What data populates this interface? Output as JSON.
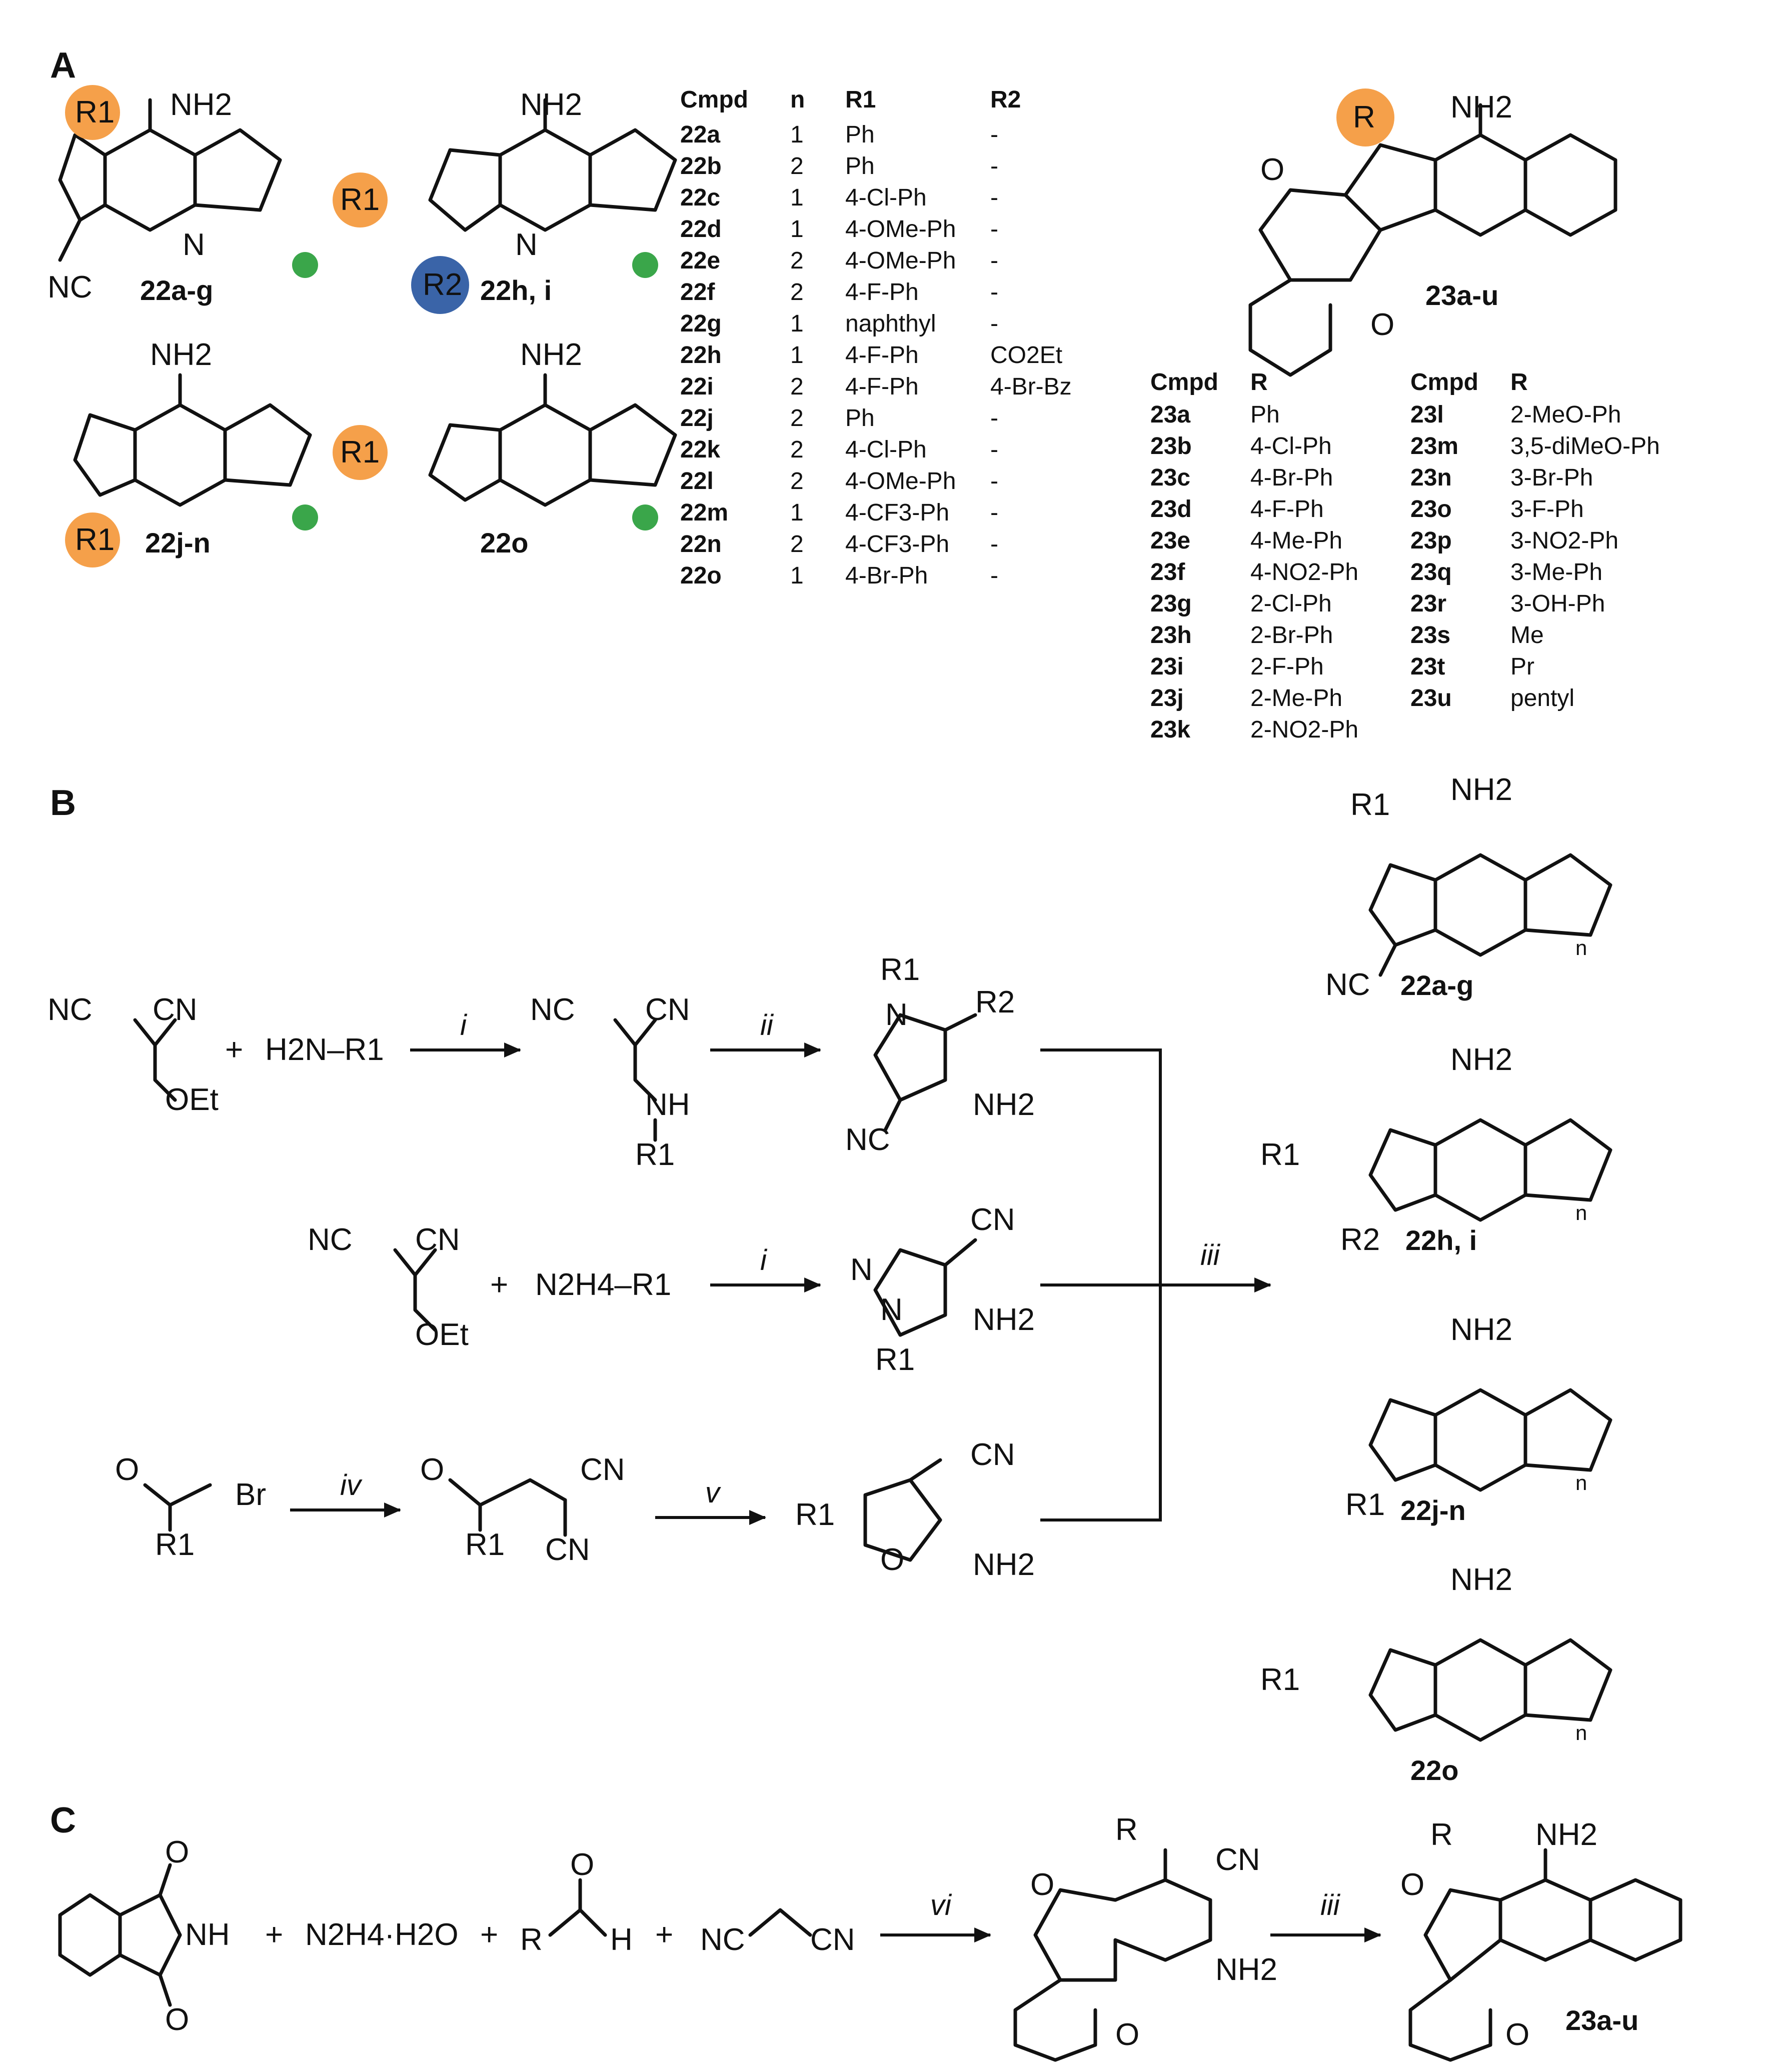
{
  "panels": {
    "a": "A",
    "b": "B",
    "c": "C"
  },
  "atoms": {
    "nh2": "NH2",
    "n": "N",
    "o": "O",
    "nc": "NC",
    "cn": "CN",
    "nh": "NH",
    "br": "Br",
    "oet": "OEt",
    "r": "R",
    "r1": "R1",
    "r2": "R2",
    "h": "H",
    "n_sub": "n",
    "r1_sub_label": "R",
    "r1_sub": "1",
    "r2_sub": "2"
  },
  "compounds": {
    "c22ag": "22a-g",
    "c22hi": "22h, i",
    "c22jn": "22j-n",
    "c22o": "22o",
    "c23au": "23a-u"
  },
  "reagents": {
    "h2n_r1": "H2N–R1",
    "n2h4_r1": "N2H4–R1",
    "n2h4_h2o": "N2H4·H2O",
    "plus": "+",
    "step_i": "i",
    "step_ii": "ii",
    "step_iii": "iii",
    "step_iv": "iv",
    "step_v": "v",
    "step_vi": "vi"
  },
  "table22": {
    "headers": [
      "Cmpd",
      "n",
      "R1",
      "R2"
    ],
    "rows": [
      [
        "22a",
        "1",
        "Ph",
        "-"
      ],
      [
        "22b",
        "2",
        "Ph",
        "-"
      ],
      [
        "22c",
        "1",
        "4-Cl-Ph",
        "-"
      ],
      [
        "22d",
        "1",
        "4-OMe-Ph",
        "-"
      ],
      [
        "22e",
        "2",
        "4-OMe-Ph",
        "-"
      ],
      [
        "22f",
        "2",
        "4-F-Ph",
        "-"
      ],
      [
        "22g",
        "1",
        "naphthyl",
        "-"
      ],
      [
        "22h",
        "1",
        "4-F-Ph",
        "CO2Et"
      ],
      [
        "22i",
        "2",
        "4-F-Ph",
        "4-Br-Bz"
      ],
      [
        "22j",
        "2",
        "Ph",
        "-"
      ],
      [
        "22k",
        "2",
        "4-Cl-Ph",
        "-"
      ],
      [
        "22l",
        "2",
        "4-OMe-Ph",
        "-"
      ],
      [
        "22m",
        "1",
        "4-CF3-Ph",
        "-"
      ],
      [
        "22n",
        "2",
        "4-CF3-Ph",
        "-"
      ],
      [
        "22o",
        "1",
        "4-Br-Ph",
        "-"
      ]
    ]
  },
  "table23": {
    "headers": [
      "Cmpd",
      "R",
      "Cmpd",
      "R"
    ],
    "left": [
      [
        "23a",
        "Ph"
      ],
      [
        "23b",
        "4-Cl-Ph"
      ],
      [
        "23c",
        "4-Br-Ph"
      ],
      [
        "23d",
        "4-F-Ph"
      ],
      [
        "23e",
        "4-Me-Ph"
      ],
      [
        "23f",
        "4-NO2-Ph"
      ],
      [
        "23g",
        "2-Cl-Ph"
      ],
      [
        "23h",
        "2-Br-Ph"
      ],
      [
        "23i",
        "2-F-Ph"
      ],
      [
        "23j",
        "2-Me-Ph"
      ],
      [
        "23k",
        "2-NO2-Ph"
      ]
    ],
    "right": [
      [
        "23l",
        "2-MeO-Ph"
      ],
      [
        "23m",
        "3,5-diMeO-Ph"
      ],
      [
        "23n",
        "3-Br-Ph"
      ],
      [
        "23o",
        "3-F-Ph"
      ],
      [
        "23p",
        "3-NO2-Ph"
      ],
      [
        "23q",
        "3-Me-Ph"
      ],
      [
        "23r",
        "3-OH-Ph"
      ],
      [
        "23s",
        "Me"
      ],
      [
        "23t",
        "Pr"
      ],
      [
        "23u",
        "pentyl"
      ]
    ]
  },
  "colors": {
    "r1_circle": "#f5a04a",
    "r2_circle": "#3a64a8",
    "n_circle": "#3aa64a",
    "ink": "#111111"
  }
}
